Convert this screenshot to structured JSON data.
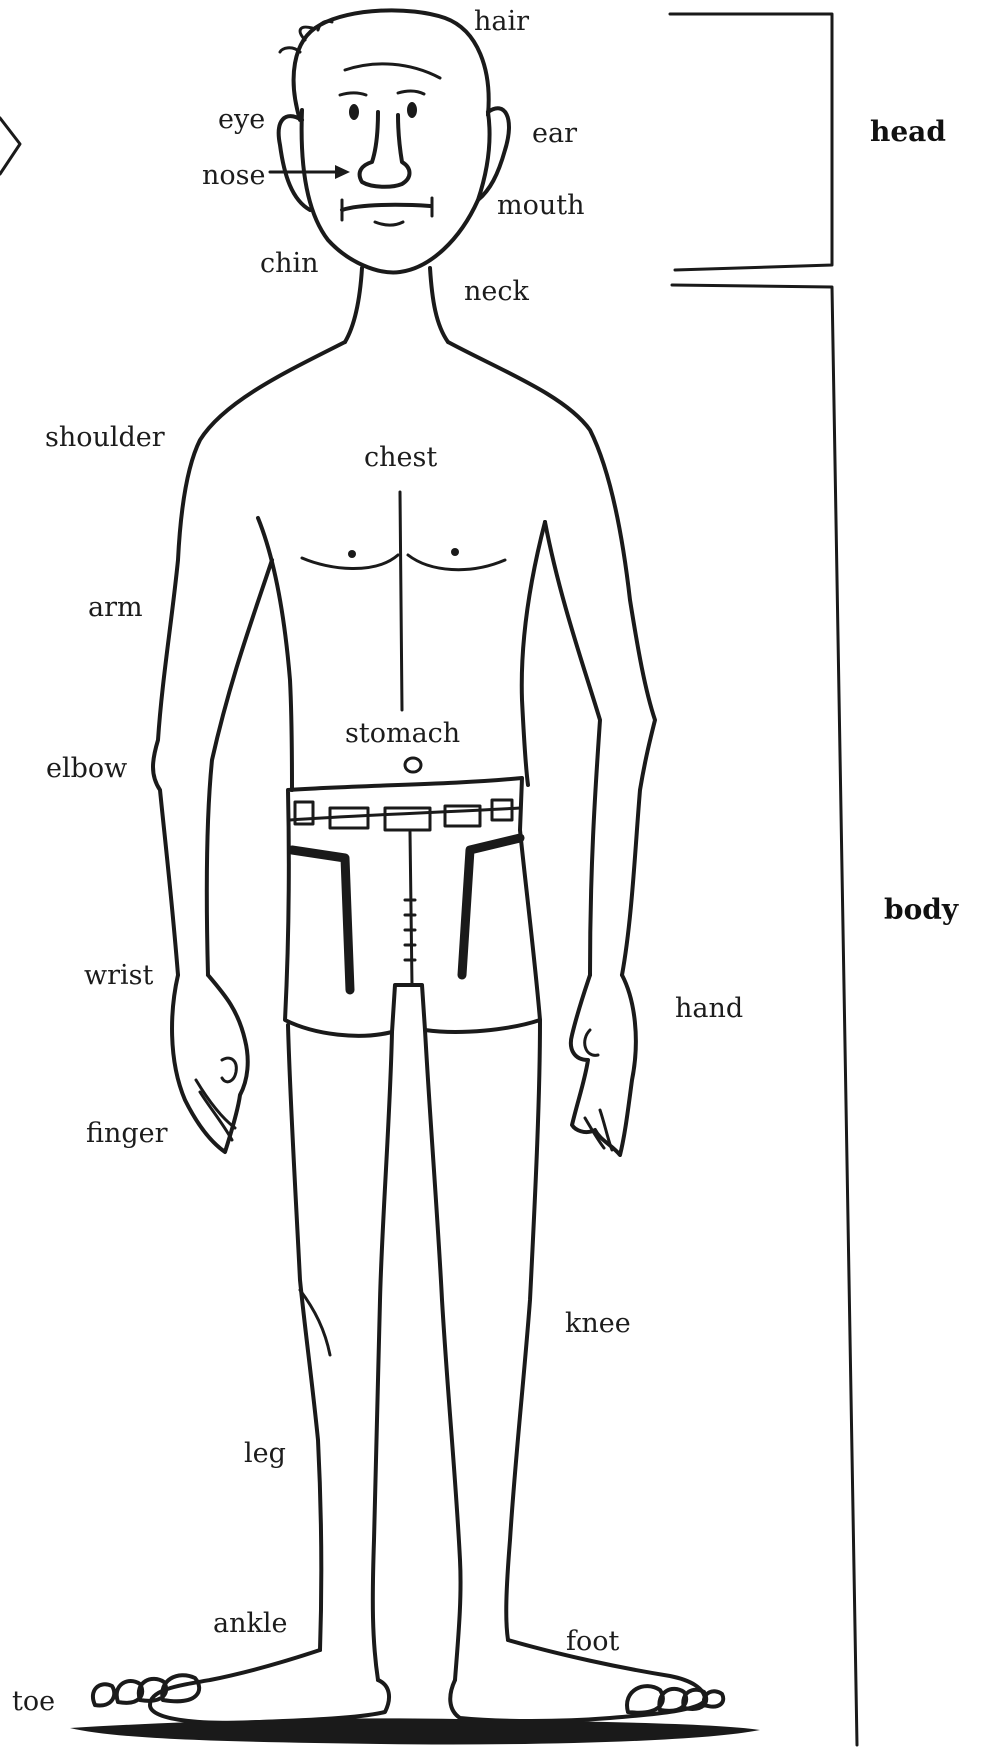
{
  "labels": {
    "hair": "hair",
    "eye": "eye",
    "ear": "ear",
    "nose": "nose",
    "mouth": "mouth",
    "chin": "chin",
    "neck": "neck",
    "shoulder": "shoulder",
    "chest": "chest",
    "arm": "arm",
    "stomach": "stomach",
    "elbow": "elbow",
    "wrist": "wrist",
    "hand": "hand",
    "finger": "finger",
    "knee": "knee",
    "leg": "leg",
    "ankle": "ankle",
    "foot": "foot",
    "toe": "toe"
  },
  "groups": {
    "head": "head",
    "body": "body"
  }
}
